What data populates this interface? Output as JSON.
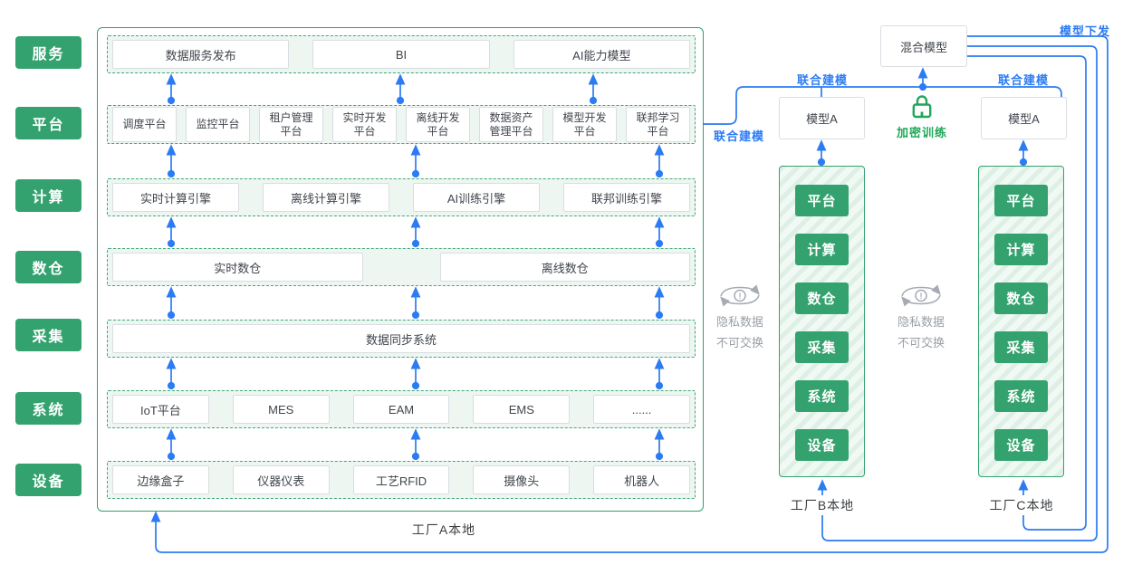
{
  "sidebar": {
    "labels": [
      "服务",
      "平台",
      "计算",
      "数仓",
      "采集",
      "系统",
      "设备"
    ]
  },
  "factory_a": {
    "label": "工厂A本地",
    "rows": {
      "service": [
        "数据服务发布",
        "BI",
        "AI能力模型"
      ],
      "platform": [
        "调度平台",
        "监控平台",
        "租户管理平台",
        "实时开发平台",
        "离线开发平台",
        "数据资产管理平台",
        "模型开发平台",
        "联邦学习平台"
      ],
      "compute": [
        "实时计算引擎",
        "离线计算引擎",
        "AI训练引擎",
        "联邦训练引擎"
      ],
      "warehouse": [
        "实时数仓",
        "离线数仓"
      ],
      "collection": [
        "数据同步系统"
      ],
      "system": [
        "IoT平台",
        "MES",
        "EAM",
        "EMS",
        "......"
      ],
      "device": [
        "边缘盒子",
        "仪器仪表",
        "工艺RFID",
        "摄像头",
        "机器人"
      ]
    }
  },
  "factory_b": {
    "label": "工厂B本地",
    "model": "模型A",
    "blocks": [
      "平台",
      "计算",
      "数仓",
      "采集",
      "系统",
      "设备"
    ]
  },
  "factory_c": {
    "label": "工厂C本地",
    "model": "模型A",
    "blocks": [
      "平台",
      "计算",
      "数仓",
      "采集",
      "系统",
      "设备"
    ]
  },
  "federation": {
    "mixed_model": "混合模型",
    "joint_modeling": "联合建模",
    "model_distribution": "模型下发",
    "encrypted_training": "加密训练",
    "privacy_line1": "隐私数据",
    "privacy_line2": "不可交换"
  },
  "colors": {
    "green": "#34a26e",
    "blue": "#2b7bf3",
    "gray": "#9aa0a6",
    "lock_green": "#21a75a"
  }
}
